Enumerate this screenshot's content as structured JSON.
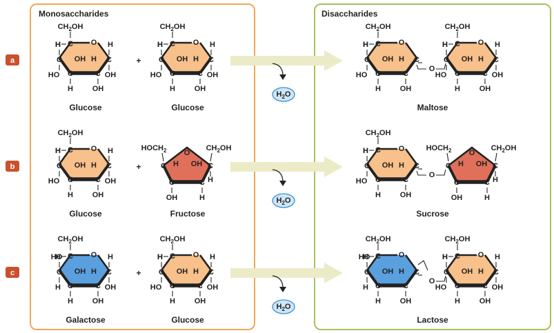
{
  "panels": {
    "left_title": "Monosaccharides",
    "right_title": "Disaccharides"
  },
  "colors": {
    "left_border": "#f2a65a",
    "right_border": "#a6c35a",
    "glucose_fill": "#f8c08a",
    "fructose_fill": "#e0705a",
    "galactose_fill": "#5aa0de",
    "badge": "#c9512d",
    "arrow": "#ecebc8",
    "water_fill": "#cfe6f7",
    "water_stroke": "#3c8fd0"
  },
  "plus_sign": "+",
  "water": {
    "main": "H",
    "sub": "2",
    "tail": "O"
  },
  "rows": [
    {
      "badge": "a",
      "mono1": "Glucose",
      "mono2": "Glucose",
      "product": "Maltose"
    },
    {
      "badge": "b",
      "mono1": "Glucose",
      "mono2": "Fructose",
      "product": "Sucrose"
    },
    {
      "badge": "c",
      "mono1": "Galactose",
      "mono2": "Glucose",
      "product": "Lactose"
    }
  ],
  "atoms": {
    "ch2oh": {
      "main": "CH",
      "sub": "2",
      "tail": "OH"
    },
    "hoch2": {
      "main": "HOCH",
      "sub": "2",
      "tail": ""
    },
    "c": "C",
    "o": "O",
    "h": "H",
    "oh": "OH",
    "ho": "HO"
  }
}
